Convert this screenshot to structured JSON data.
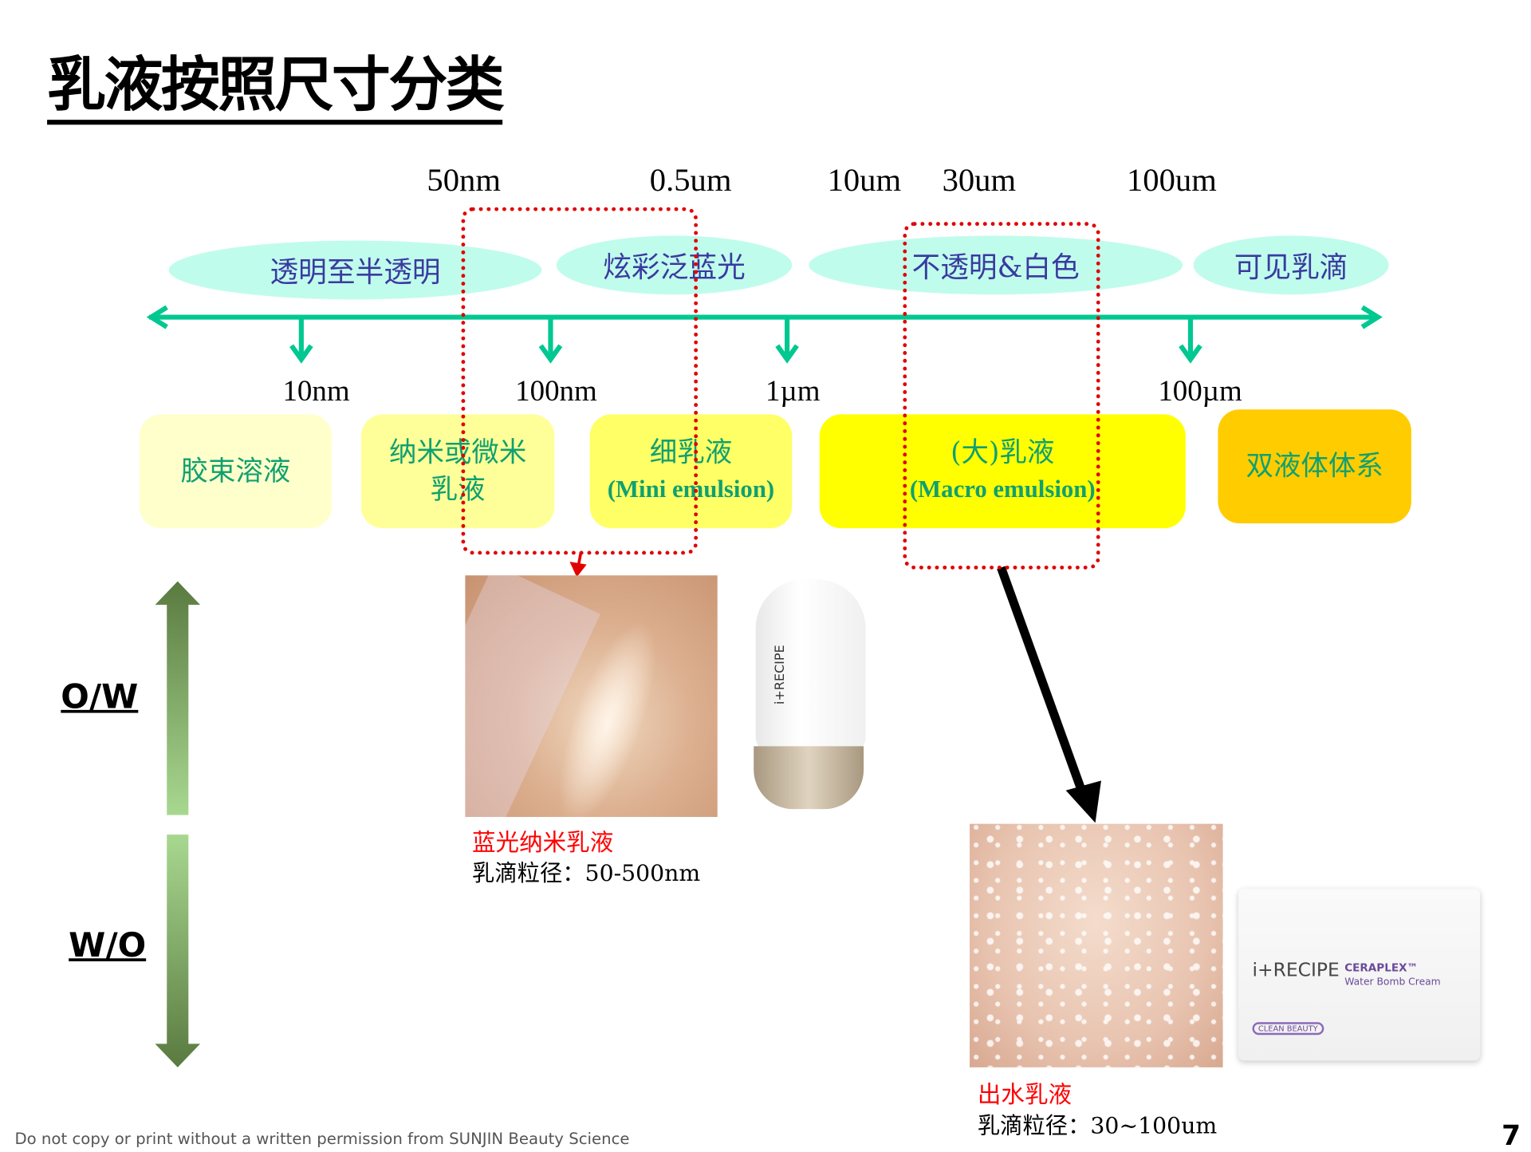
{
  "title": "乳液按照尺寸分类",
  "top_scale": [
    "50nm",
    "0.5um",
    "10um",
    "30um",
    "100um"
  ],
  "appearance": [
    "透明至半透明",
    "炫彩泛蓝光",
    "不透明&白色",
    "可见乳滴"
  ],
  "size_marks": [
    "10nm",
    "100nm",
    "1µm",
    "100µm"
  ],
  "categories": [
    {
      "cn": "胶束溶液",
      "color": "#ffffcc"
    },
    {
      "cn": "纳米或微米",
      "cn2": "乳液",
      "color": "#ffff99"
    },
    {
      "cn": "细乳液",
      "en": "(Mini emulsion)",
      "color": "#ffff66"
    },
    {
      "cn": "(大)乳液",
      "en": "(Macro emulsion)",
      "color": "#ffff00"
    },
    {
      "cn": "双液体体系",
      "color": "#ffcc00"
    }
  ],
  "phase": {
    "ow": "O/W",
    "wo": "W/O"
  },
  "example1": {
    "name": "蓝光纳米乳液",
    "size": "乳滴粒径：50-500nm",
    "product_brand": "i+RECIPE"
  },
  "example2": {
    "name": "出水乳液",
    "size": "乳滴粒径：30~100um",
    "product_brand": "i+RECIPE",
    "product_line": "CERAPLEX™",
    "product_name": "Water Bomb Cream",
    "badge": "CLEAN BEAUTY"
  },
  "footer": "Do not copy or print without a written permission from SUNJIN Beauty Science",
  "page_number": "7",
  "colors": {
    "axis": "#00c890",
    "highlight": "#e00000",
    "ellipse": "#c0fcec"
  }
}
